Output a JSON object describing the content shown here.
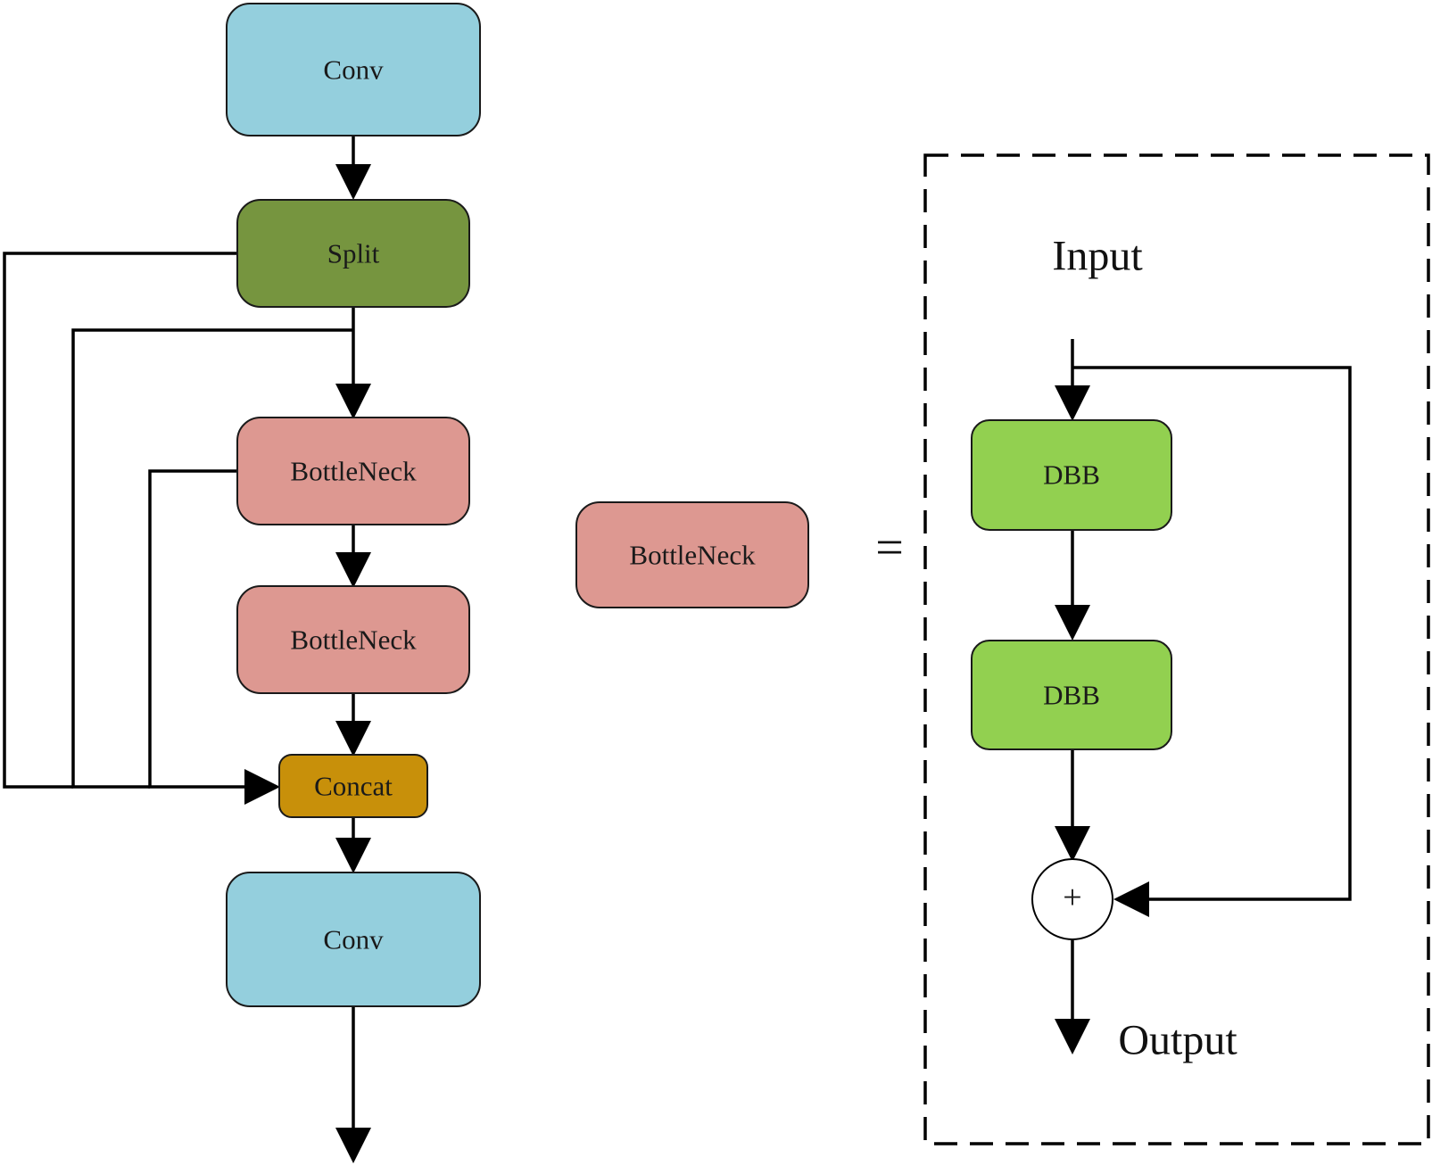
{
  "colors": {
    "conv": "#94cfdd",
    "split": "#76953f",
    "bottleneck": "#dd9891",
    "concat": "#c8900a",
    "dbb": "#92d050",
    "stroke": "#000000"
  },
  "left_diagram": {
    "conv_top": "Conv",
    "split": "Split",
    "bottleneck_1": "BottleNeck",
    "bottleneck_2": "BottleNeck",
    "concat": "Concat",
    "conv_bottom": "Conv"
  },
  "middle": {
    "bottleneck": "BottleNeck",
    "equals": "="
  },
  "right_diagram": {
    "input": "Input",
    "dbb_1": "DBB",
    "dbb_2": "DBB",
    "sum": "+",
    "output": "Output"
  }
}
